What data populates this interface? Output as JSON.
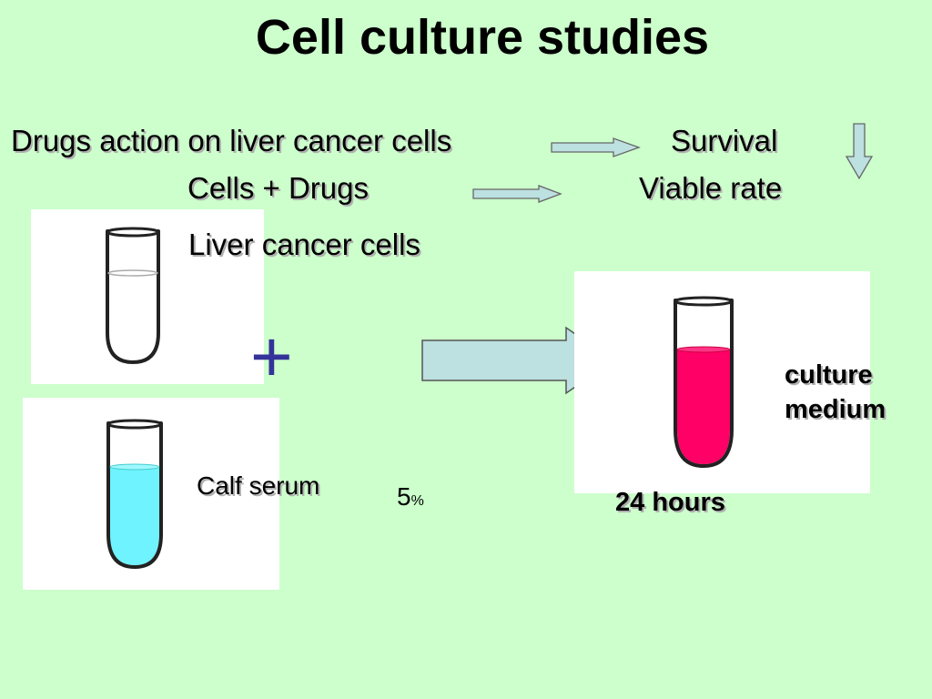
{
  "slide": {
    "title": "Cell culture studies",
    "line1": "Drugs action on liver cancer cells",
    "survival": "Survival",
    "line2": "Cells + Drugs",
    "viable_rate": "Viable rate",
    "liver_cells_label": "Liver cancer cells",
    "plus_sign": "+",
    "calf_serum_label": "Calf serum",
    "serum_percent_value": "5",
    "serum_percent_unit": "%",
    "medium_label_1": "culture",
    "medium_label_2": "medium",
    "duration_label": "24 hours"
  },
  "colors": {
    "background": "#ccffcc",
    "arrow_fill": "#bde0e0",
    "serum_fill": "#6ff3ff",
    "medium_fill": "#ff0066",
    "plus_color": "#333399"
  },
  "icons": {
    "empty_tube": "test-tube-icon",
    "serum_tube": "test-tube-icon",
    "medium_tube": "test-tube-icon"
  }
}
